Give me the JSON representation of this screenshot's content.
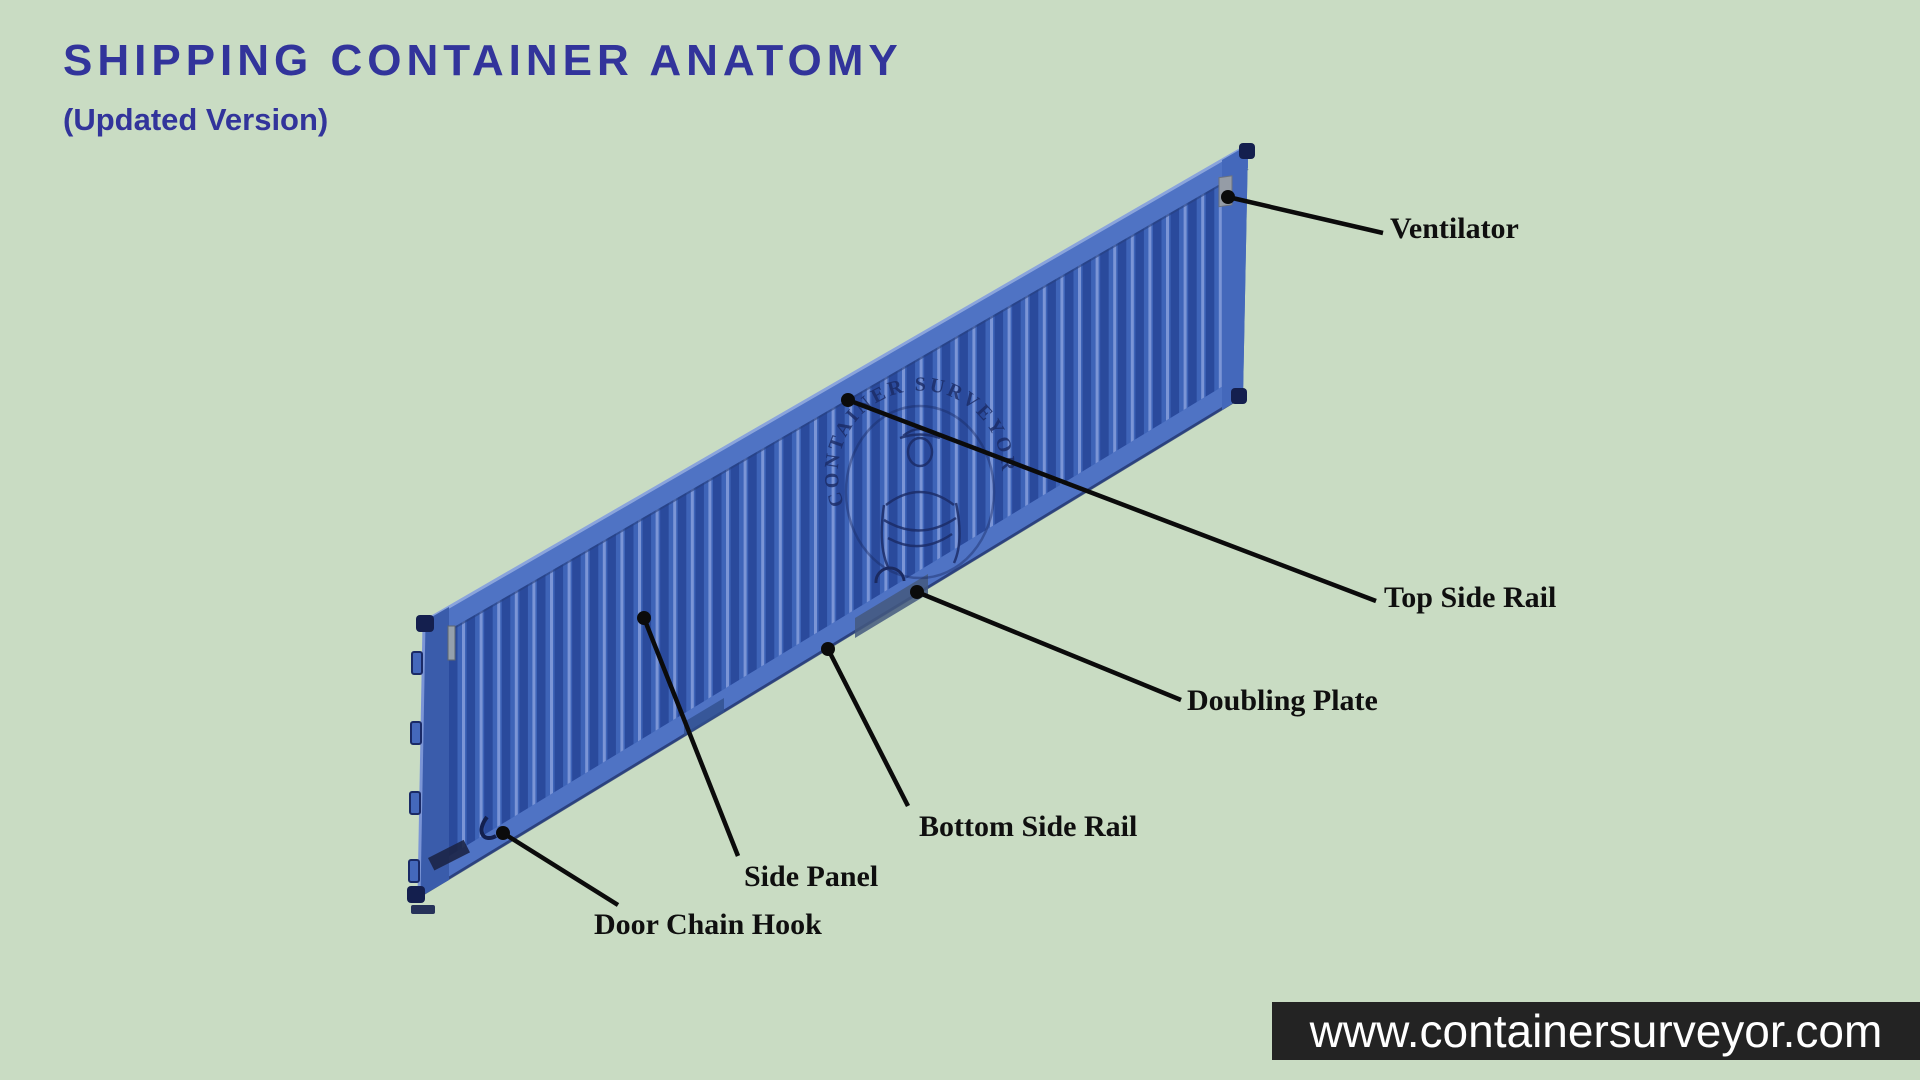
{
  "page": {
    "title": "SHIPPING CONTAINER ANATOMY",
    "subtitle": "(Updated Version)",
    "background_color": "#c9dcc3",
    "title_color": "#32349b"
  },
  "diagram": {
    "watermark_text": "CONTAINER SURVEYOR",
    "container_colors": {
      "body": "#3e64b8",
      "rib_dark": "#2a4a9c",
      "rib_light": "#7b95d6",
      "rail": "#4f73c4",
      "rail_edge": "#8aa4dc",
      "corner_post": "#3a5cab",
      "casting": "#141f4e",
      "ventilator": "#959ca6",
      "watermark_ink": "#1a2a64"
    },
    "leader_line_color": "#0b0b0b",
    "labels": [
      {
        "id": "ventilator",
        "text": "Ventilator"
      },
      {
        "id": "top-side-rail",
        "text": "Top Side Rail"
      },
      {
        "id": "doubling-plate",
        "text": "Doubling Plate"
      },
      {
        "id": "bottom-side-rail",
        "text": "Bottom Side Rail"
      },
      {
        "id": "side-panel",
        "text": "Side Panel"
      },
      {
        "id": "door-chain-hook",
        "text": "Door Chain Hook"
      }
    ]
  },
  "footer": {
    "website_text": "www.containersurveyor.com",
    "bar_color": "#232323",
    "text_color": "#ffffff"
  }
}
